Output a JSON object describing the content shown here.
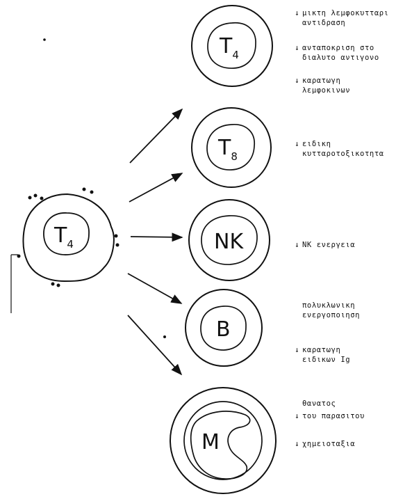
{
  "central_cell": {
    "label": "T",
    "subscript": "4"
  },
  "target_cells": [
    {
      "id": "t4",
      "label": "T",
      "subscript": "4"
    },
    {
      "id": "t8",
      "label": "T",
      "subscript": "8"
    },
    {
      "id": "nk",
      "label": "NK",
      "subscript": ""
    },
    {
      "id": "b",
      "label": "B",
      "subscript": ""
    },
    {
      "id": "m",
      "label": "M",
      "subscript": ""
    }
  ],
  "annotations": [
    {
      "cell": "t4",
      "arrow": true,
      "lines": [
        "μικτη λεμφοκυτταρι",
        "αντιδραση"
      ]
    },
    {
      "cell": "t4",
      "arrow": true,
      "lines": [
        "ανταποκριση στο",
        "διαλυτο αντιγονο"
      ]
    },
    {
      "cell": "t4",
      "arrow": true,
      "lines": [
        "καρατωγη",
        "λεμφοκινων"
      ]
    },
    {
      "cell": "t8",
      "arrow": true,
      "lines": [
        "ειδικη",
        "κυτταροτοξικοτητα"
      ]
    },
    {
      "cell": "nk",
      "arrow": true,
      "lines": [
        "NK ενεργεια"
      ]
    },
    {
      "cell": "b",
      "arrow": false,
      "lines": [
        "πολυκλωνικη",
        "ενεργοποιηση"
      ]
    },
    {
      "cell": "b",
      "arrow": true,
      "lines": [
        "καρατωγη",
        "ειδικων Ig"
      ]
    },
    {
      "cell": "m",
      "arrow": false,
      "lines": [
        "θανατος"
      ]
    },
    {
      "cell": "m",
      "arrow": true,
      "lines": [
        "του παρασιτου"
      ]
    },
    {
      "cell": "m",
      "arrow": true,
      "lines": [
        "χημειοταξια"
      ]
    }
  ],
  "arrow_glyph": "↓"
}
